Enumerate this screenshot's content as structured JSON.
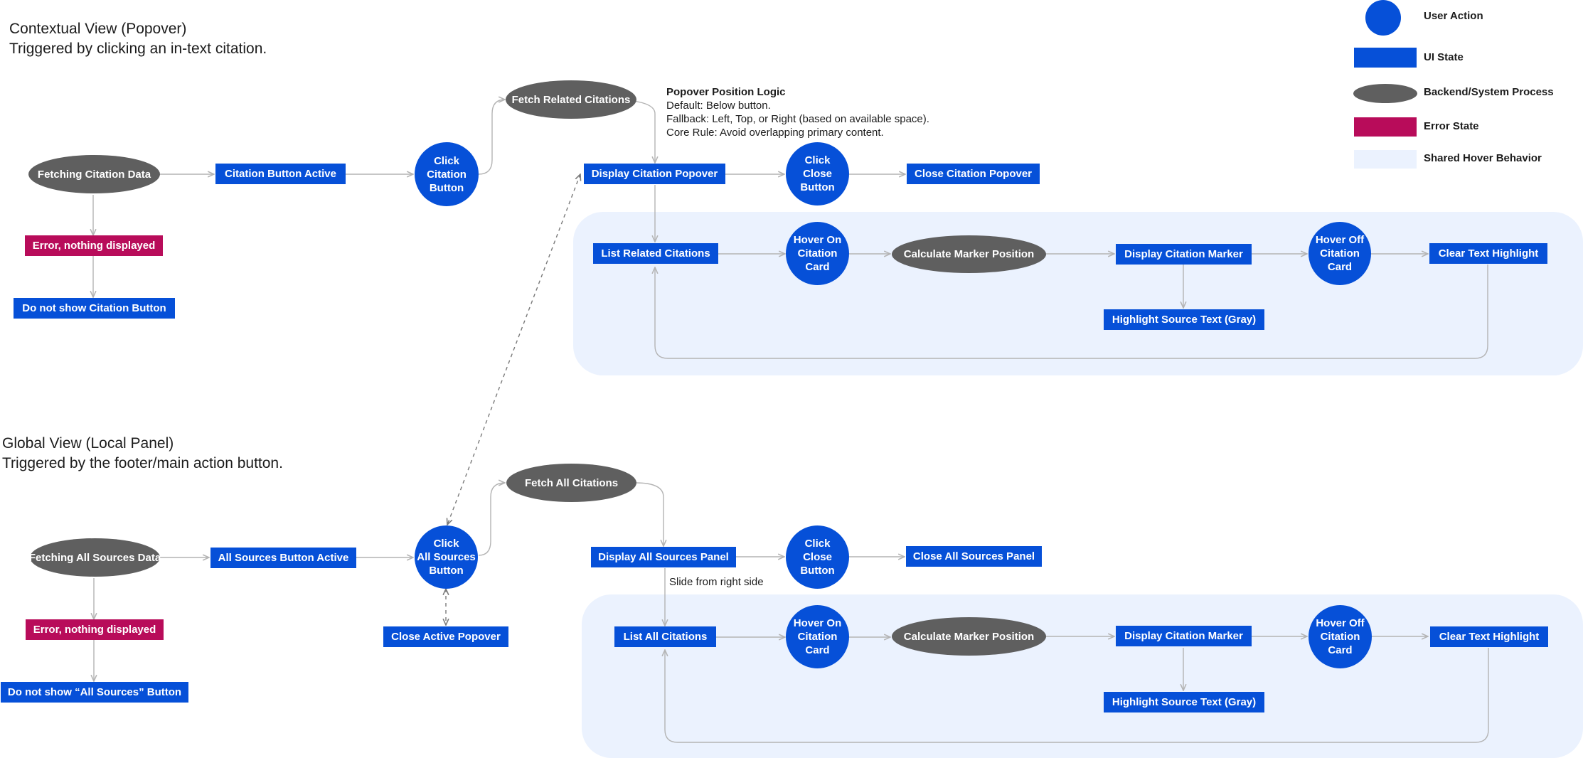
{
  "sections": {
    "contextual": {
      "title": "Contextual View (Popover)",
      "subtitle": "Triggered by clicking an in-text citation."
    },
    "global": {
      "title": "Global View (Local Panel)",
      "subtitle": "Triggered by the footer/main action button."
    }
  },
  "popover_note": {
    "title": "Popover Position Logic",
    "lines": [
      "Default: Below button.",
      "Fallback: Left, Top, or Right (based on available space).",
      "Core Rule: Avoid overlapping primary content."
    ]
  },
  "legend": [
    {
      "label": "User Action",
      "shape": "circle",
      "color": "#0650d8"
    },
    {
      "label": "UI State",
      "shape": "rect",
      "color": "#0650d8"
    },
    {
      "label": "Backend/System Process",
      "shape": "ellipse",
      "color": "#5f5f5f"
    },
    {
      "label": "Error State",
      "shape": "rect",
      "color": "#b80c5a"
    },
    {
      "label": "Shared Hover Behavior",
      "shape": "rect",
      "color": "#ebf2fe"
    }
  ],
  "nodes": {
    "fetch_citation_data": "Fetching Citation Data",
    "citation_button_active": "Citation Button Active",
    "click_citation_button": "Click\nCitation\nButton",
    "fetch_related_citations": "Fetch Related Citations",
    "display_citation_popover": "Display Citation Popover",
    "click_close_button_1": "Click\nClose\nButton",
    "close_citation_popover": "Close Citation Popover",
    "error_1": "Error, nothing displayed",
    "no_citation_button": "Do not show Citation Button",
    "list_related_citations": "List Related Citations",
    "hover_on_card_1": "Hover On\nCitation\nCard",
    "calc_marker_1": "Calculate Marker Position",
    "display_marker_1": "Display Citation Marker",
    "hover_off_card_1": "Hover Off\nCitation\nCard",
    "clear_highlight_1": "Clear Text Highlight",
    "highlight_source_1": "Highlight Source Text (Gray)",
    "fetch_all_sources": "Fetching All Sources Data",
    "all_sources_active": "All Sources Button Active",
    "click_all_sources": "Click\nAll Sources\nButton",
    "fetch_all_citations": "Fetch All Citations",
    "display_all_sources_panel": "Display All Sources Panel",
    "click_close_button_2": "Click\nClose\nButton",
    "close_all_sources_panel": "Close All Sources Panel",
    "error_2": "Error, nothing displayed",
    "no_all_sources_button": "Do not show “All Sources” Button",
    "close_active_popover": "Close Active Popover",
    "list_all_citations": "List All Citations",
    "hover_on_card_2": "Hover On\nCitation\nCard",
    "calc_marker_2": "Calculate Marker Position",
    "display_marker_2": "Display Citation Marker",
    "hover_off_card_2": "Hover Off\nCitation\nCard",
    "clear_highlight_2": "Clear Text Highlight",
    "highlight_source_2": "Highlight Source Text (Gray)"
  },
  "edge_labels": {
    "slide_from_right": "Slide from right side"
  },
  "colors": {
    "user_action": "#0650d8",
    "ui_state": "#0650d8",
    "backend_process": "#5f5f5f",
    "error_state": "#b80c5a",
    "shared_hover": "#ebf2fe",
    "connector": "#b4b4b4",
    "dashed_connector": "#7a7a7a"
  }
}
